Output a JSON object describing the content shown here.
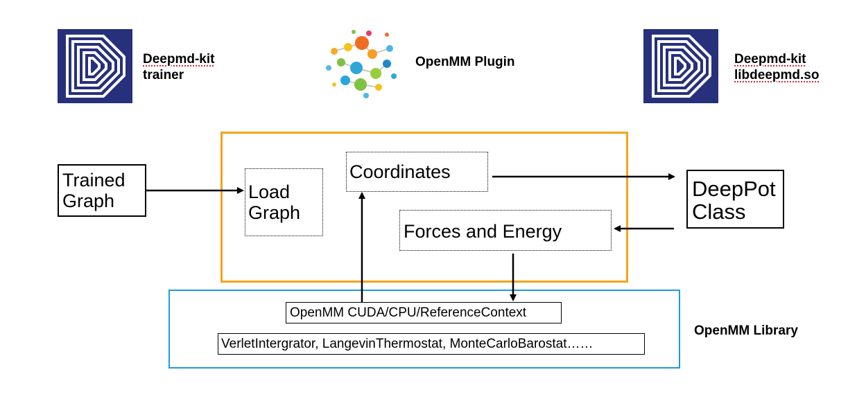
{
  "logos": {
    "left_caption_line1": "Deepmd-kit",
    "left_caption_line2": "trainer",
    "center_caption": "OpenMM Plugin",
    "right_caption_line1": "Deepmd-kit",
    "right_caption_line2": "libdeepmd.so"
  },
  "diagram": {
    "trained_graph_line1": "Trained",
    "trained_graph_line2": "Graph",
    "load_graph_line1": "Load",
    "load_graph_line2": "Graph",
    "coordinates": "Coordinates",
    "forces_energy": "Forces and Energy",
    "deeppot_line1": "DeepPot",
    "deeppot_line2": "Class",
    "context": "OpenMM CUDA/CPU/ReferenceContext",
    "integrators": "VerletIntergrator, LangevinThermostat, MonteCarloBarostat……",
    "library_label": "OpenMM Library"
  },
  "colors": {
    "plugin_border": "#f5a31a",
    "library_border": "#1b9bde",
    "deepmd_logo_bg": "#27307a"
  }
}
